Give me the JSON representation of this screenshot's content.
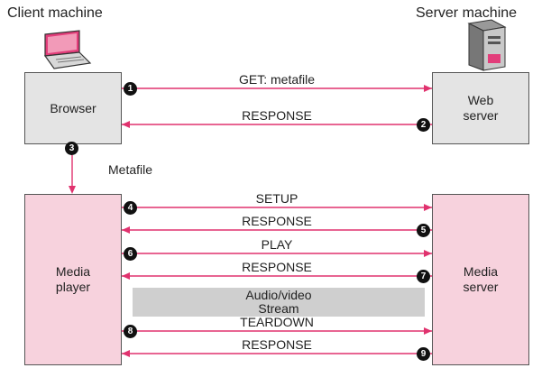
{
  "titles": {
    "client": "Client machine",
    "server": "Server machine"
  },
  "boxes": {
    "browser": "Browser",
    "web_server": "Web\nserver",
    "media_player": "Media\nplayer",
    "media_server": "Media\nserver"
  },
  "metafile_label": "Metafile",
  "stream_label": "Audio/video\nStream",
  "colors": {
    "arrow": "#e0326e",
    "pink_box": "#f7d2dd",
    "gray_box": "#e4e4e4",
    "stream_band": "#cfcfcf"
  },
  "messages": [
    {
      "step": "1",
      "label": "GET: metafile",
      "direction": "right"
    },
    {
      "step": "2",
      "label": "RESPONSE",
      "direction": "left"
    },
    {
      "step": "4",
      "label": "SETUP",
      "direction": "right"
    },
    {
      "step": "5",
      "label": "RESPONSE",
      "direction": "left"
    },
    {
      "step": "6",
      "label": "PLAY",
      "direction": "right"
    },
    {
      "step": "7",
      "label": "RESPONSE",
      "direction": "left"
    },
    {
      "step": "8",
      "label": "TEARDOWN",
      "direction": "right"
    },
    {
      "step": "9",
      "label": "RESPONSE",
      "direction": "left"
    }
  ],
  "vertical_step": "3"
}
